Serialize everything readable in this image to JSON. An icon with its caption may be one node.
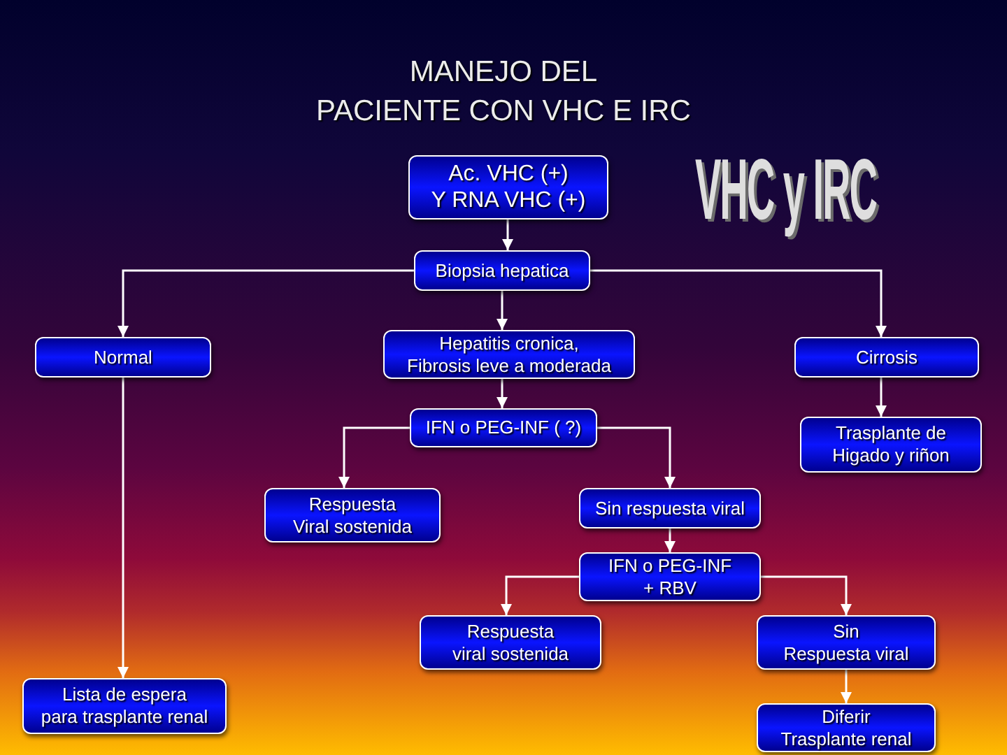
{
  "diagram": {
    "title": "MANEJO DEL PACIENTE CON VHC E IRC",
    "nodes": [
      {
        "text": [
          "Ac. VHC (+) Y RNA VHC (+)"
        ]
      },
      {
        "text": [
          "Biopsia hepatica"
        ]
      },
      {
        "text": [
          "Normal"
        ]
      },
      {
        "text": [
          "Hepatitis cronica, Fibrosis leve a moderada"
        ]
      },
      {
        "text": [
          "Cirrosis"
        ]
      },
      {
        "text": [
          "IFN o PEG-INF ( ?)"
        ]
      },
      {
        "text": [
          "Trasplante de Higado y riñon"
        ]
      },
      {
        "text": [
          "Respuesta Viral sostenida"
        ]
      },
      {
        "text": [
          "Sin respuesta viral"
        ]
      },
      {
        "text": [
          "IFN o PEG-INF + RBV"
        ]
      },
      {
        "text": [
          "Respuesta viral sostenida"
        ]
      },
      {
        "text": [
          "Sin Respuesta viral"
        ]
      },
      {
        "text": [
          "Lista de espera para trasplante renal"
        ]
      },
      {
        "text": [
          "Diferir Trasplante renal"
        ]
      }
    ],
    "edges": [
      {
        "from": 0,
        "to": 1,
        "arrow": "to"
      },
      {
        "from": 1,
        "to": 2,
        "arrow": "to"
      },
      {
        "from": 1,
        "to": 3,
        "arrow": "to"
      },
      {
        "from": 1,
        "to": 4,
        "arrow": "to"
      },
      {
        "from": 2,
        "to": 12,
        "arrow": "to"
      },
      {
        "from": 3,
        "to": 5,
        "arrow": "to"
      },
      {
        "from": 4,
        "to": 6,
        "arrow": "to"
      },
      {
        "from": 5,
        "to": 7,
        "arrow": "to"
      },
      {
        "from": 5,
        "to": 8,
        "arrow": "to"
      },
      {
        "from": 8,
        "to": 9,
        "arrow": "to"
      },
      {
        "from": 9,
        "to": 10,
        "arrow": "to"
      },
      {
        "from": 9,
        "to": 11,
        "arrow": "to"
      },
      {
        "from": 11,
        "to": 13,
        "arrow": "to"
      }
    ],
    "labels": [
      "VHC y IRC"
    ]
  }
}
